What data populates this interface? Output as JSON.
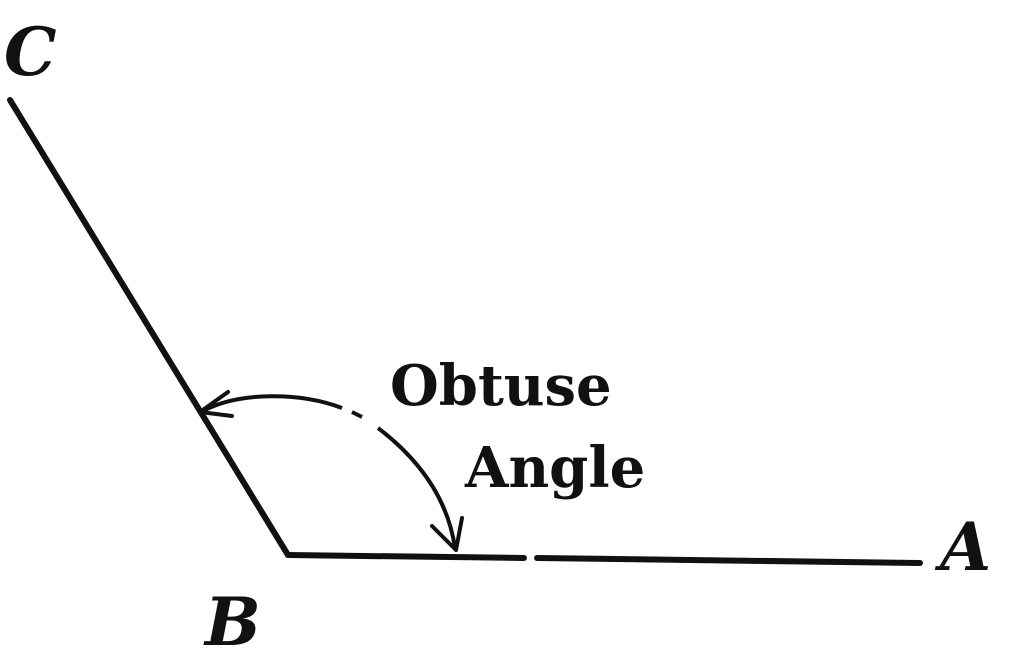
{
  "diagram": {
    "points": {
      "a": "A",
      "b": "B",
      "c": "C"
    },
    "annotation": {
      "line1": "Obtuse",
      "line2": "Angle"
    },
    "colors": {
      "ink": "#111111",
      "background": "#ffffff"
    }
  }
}
